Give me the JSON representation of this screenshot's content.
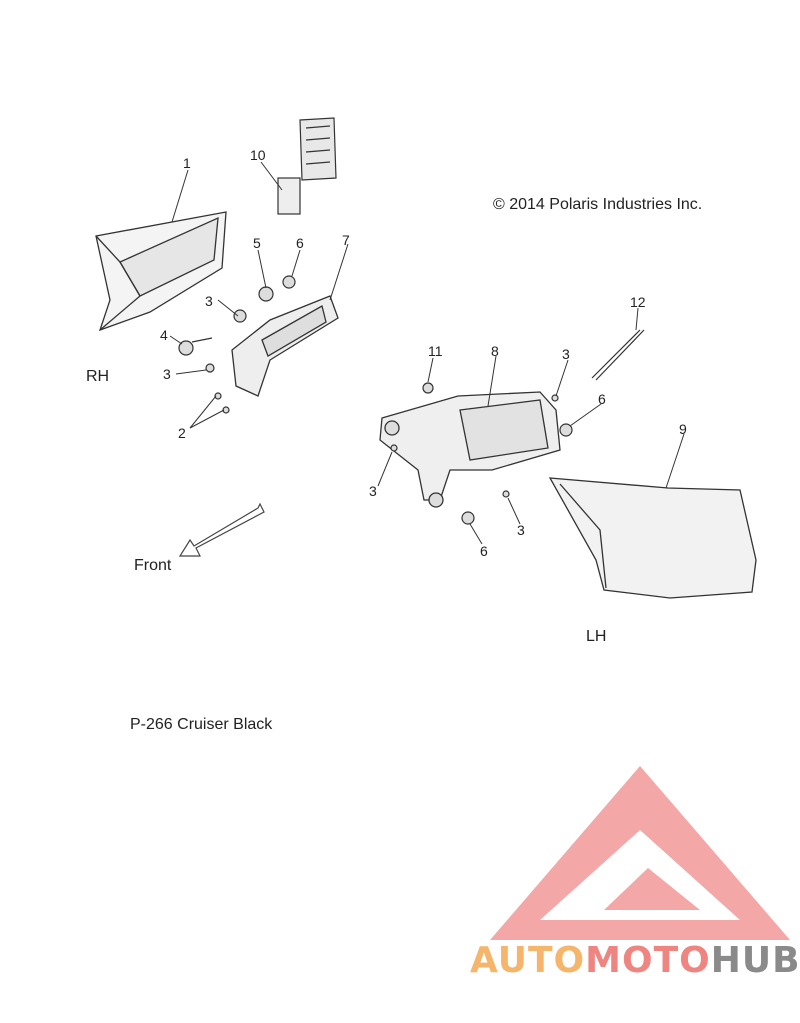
{
  "copyright": "© 2014 Polaris Industries Inc.",
  "side_labels": {
    "rh": "RH",
    "lh": "LH"
  },
  "direction_label": "Front",
  "page_ref": "P-266  Cruiser Black",
  "callouts": {
    "c1": "1",
    "c2": "2",
    "c3a": "3",
    "c3b": "3",
    "c3c": "3",
    "c3d": "3",
    "c3e": "3",
    "c4": "4",
    "c5": "5",
    "c6a": "6",
    "c6b": "6",
    "c6c": "6",
    "c7": "7",
    "c8": "8",
    "c9": "9",
    "c10": "10",
    "c11": "11",
    "c12": "12"
  },
  "watermark": {
    "part1": "AUTO",
    "part2": "MOTO",
    "part3": "HUB",
    "colors": {
      "part1": "#f5b56a",
      "part2": "#ee8580",
      "part3": "#8a8a8a",
      "logo": "#f08a8a"
    }
  }
}
